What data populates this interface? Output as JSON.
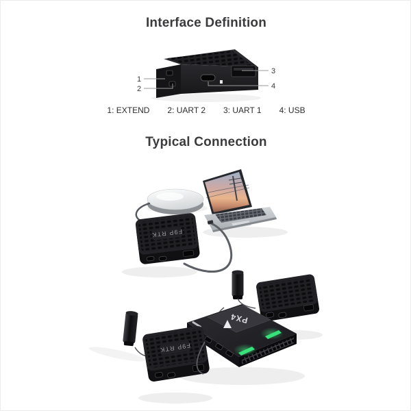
{
  "interface_definition": {
    "title": "Interface Definition",
    "callouts": [
      "1",
      "2",
      "3",
      "4"
    ],
    "legend": [
      "1: EXTEND",
      "2: UART 2",
      "3: UART 1",
      "4: USB"
    ]
  },
  "typical_connection": {
    "title": "Typical Connection",
    "labels": {
      "rtk_module": "F9P RTK",
      "flight_controller": "PX4"
    }
  },
  "colors": {
    "background": "#ffffff",
    "title_text": "#3b3b3d",
    "legend_text": "#2d2d2f",
    "callout_line": "#9a9a9a",
    "device_body": "#1d1d20",
    "led_green": "#36e279",
    "cable": "#55585d"
  }
}
